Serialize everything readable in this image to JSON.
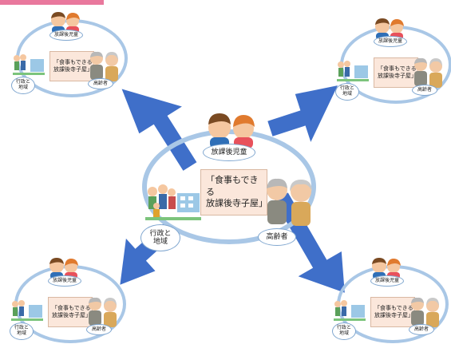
{
  "colors": {
    "arrow": "#3f6fc9",
    "ring": "#a9c7e6",
    "card_fill": "#fbe7db",
    "accent_bar": "#e9789d"
  },
  "center": {
    "card_text": "「食事もできる\n放課後寺子屋」",
    "label_children": "放課後児童",
    "label_admin": "行政と\n地域",
    "label_elderly": "高齢者"
  },
  "satellites": [
    {
      "id": "top-left",
      "card_text": "「食事もできる\n放課後寺子屋」",
      "label_children": "放課後児童",
      "label_admin": "行政と\n地域",
      "label_elderly": "高齢者"
    },
    {
      "id": "top-right",
      "card_text": "「食事もできる\n放課後寺子屋」",
      "label_children": "放課後児童",
      "label_admin": "行政と\n地域",
      "label_elderly": "高齢者"
    },
    {
      "id": "bottom-left",
      "card_text": "「食事もできる\n放課後寺子屋」",
      "label_children": "放課後児童",
      "label_admin": "行政と\n地域",
      "label_elderly": "高齢者"
    },
    {
      "id": "bottom-right",
      "card_text": "「食事もできる\n放課後寺子屋」",
      "label_children": "放課後児童",
      "label_admin": "行政と\n地域",
      "label_elderly": "高齢者"
    }
  ],
  "icons": {
    "children": "children-icon",
    "community": "community-icon",
    "elderly": "elderly-icon",
    "arrow": "arrow-icon"
  }
}
